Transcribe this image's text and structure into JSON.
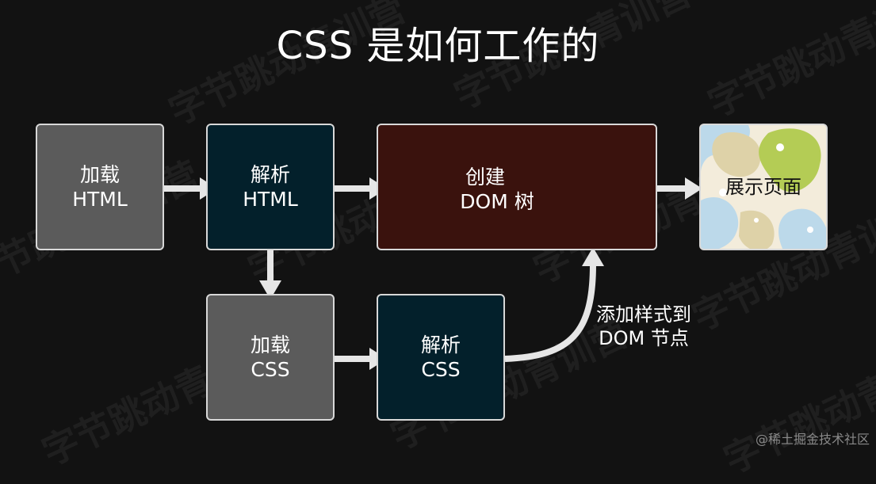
{
  "title": "CSS 是如何工作的",
  "watermark": "字节跳动青训营",
  "nodes": {
    "load_html": {
      "line1": "加载",
      "line2": "HTML"
    },
    "parse_html": {
      "line1": "解析",
      "line2": "HTML"
    },
    "create_dom": {
      "line1": "创建",
      "line2": "DOM 树"
    },
    "display_page": {
      "line1": "展示页面"
    },
    "load_css": {
      "line1": "加载",
      "line2": "CSS"
    },
    "parse_css": {
      "line1": "解析",
      "line2": "CSS"
    }
  },
  "edge_label": {
    "line1": "添加样式到",
    "line2": "DOM 节点"
  },
  "credit": "@稀土掘金技术社区",
  "colors": {
    "background": "#121212",
    "gray_box": "#5b5b5b",
    "teal_box": "#03202b",
    "maroon_box": "#3a120d",
    "arrow": "#e6e6e6"
  }
}
